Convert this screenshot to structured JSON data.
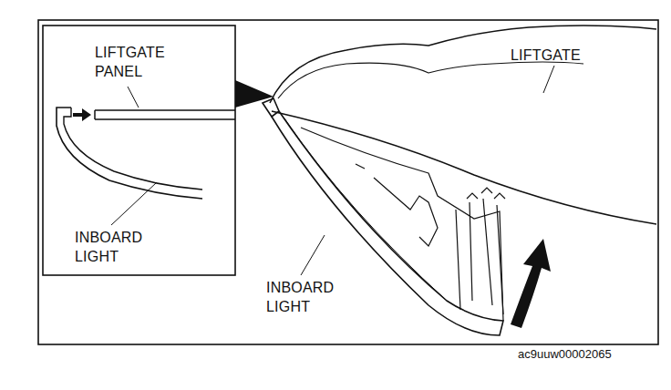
{
  "diagram": {
    "labels": [
      "LIFTGATE PANEL",
      "INBOARD LIGHT",
      "LIFTGATE",
      "INBOARD LIGHT",
      "ac9uuw00002065"
    ]
  }
}
